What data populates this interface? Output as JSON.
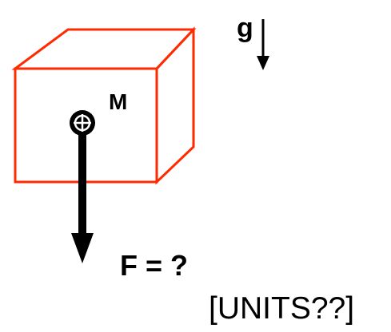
{
  "diagram": {
    "gravity_label": "g",
    "mass_label": "M",
    "force_label": "F = ?",
    "units_label": "[UNITS??]"
  },
  "colors": {
    "box_outline": "#ff2a00",
    "ink": "#000000",
    "background": "#ffffff"
  },
  "icons": {
    "gravity": "down-arrow-icon",
    "center_of_mass": "crosshair-circle-icon",
    "force": "down-arrow-icon"
  }
}
